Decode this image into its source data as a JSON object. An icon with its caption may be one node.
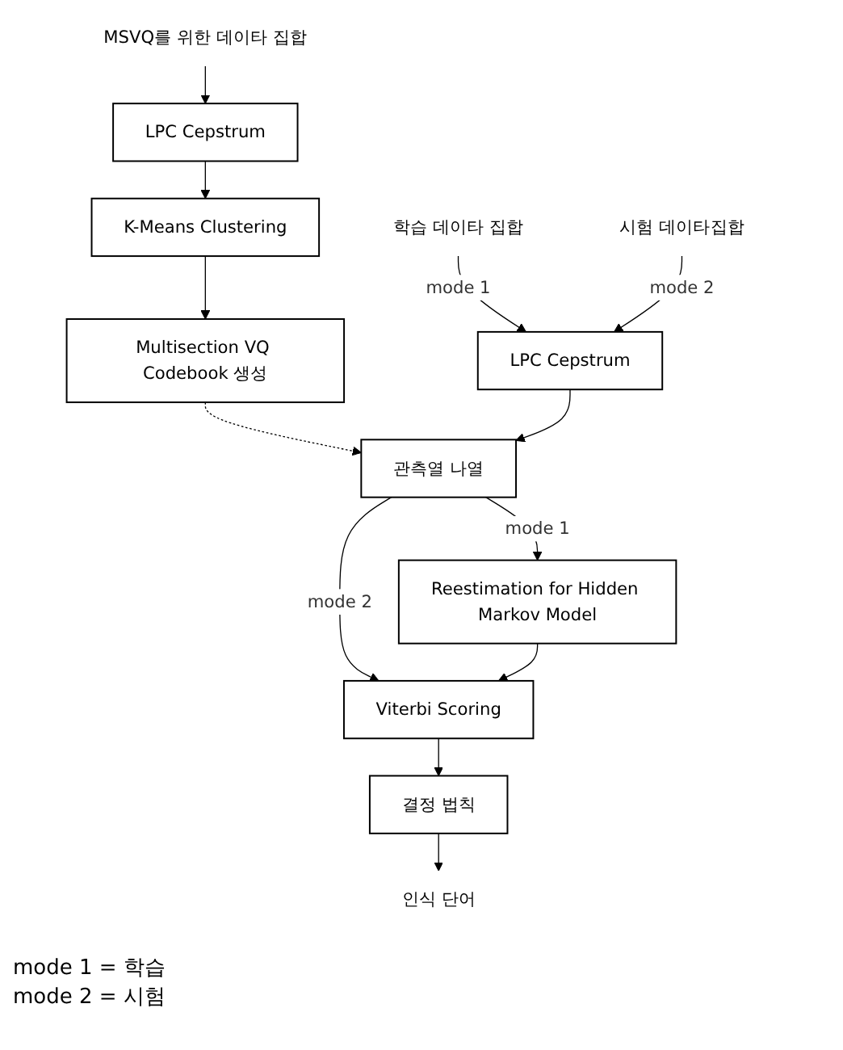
{
  "diagram": {
    "nodes": [
      {
        "text": [
          "MSVQ를 위한 데이타 집합"
        ]
      },
      {
        "text": [
          "LPC Cepstrum"
        ]
      },
      {
        "text": [
          "K-Means Clustering"
        ]
      },
      {
        "text": [
          "Multisection VQ Codebook 생성"
        ]
      },
      {
        "text": [
          "학습 데이타 집합"
        ]
      },
      {
        "text": [
          "LPC Cepstrum"
        ]
      },
      {
        "text": [
          "관측열 나열"
        ]
      },
      {
        "text": [
          "시험 데이타집합"
        ]
      },
      {
        "text": [
          "Reestimation for Hidden Markov Model"
        ]
      },
      {
        "text": [
          "Viterbi Scoring"
        ]
      },
      {
        "text": [
          "결정 법칙"
        ]
      },
      {
        "text": [
          "인식 단어"
        ]
      }
    ],
    "edges": [
      {
        "from": 0,
        "to": 1,
        "arrow": "to"
      },
      {
        "from": 1,
        "to": 2,
        "arrow": "to"
      },
      {
        "from": 2,
        "to": 3,
        "arrow": "to"
      },
      {
        "from": 3,
        "to": 6,
        "arrow": "to",
        "style": "dashed"
      },
      {
        "from": 4,
        "to": 5,
        "arrow": "to",
        "label": "mode 1"
      },
      {
        "from": 7,
        "to": 5,
        "arrow": "to",
        "label": "mode 2"
      },
      {
        "from": 5,
        "to": 6,
        "arrow": "to"
      },
      {
        "from": 6,
        "to": 8,
        "arrow": "to",
        "label": "mode 1"
      },
      {
        "from": 6,
        "to": 9,
        "arrow": "to",
        "label": "mode 2"
      },
      {
        "from": 8,
        "to": 9,
        "arrow": "to"
      },
      {
        "from": 9,
        "to": 10,
        "arrow": "to"
      },
      {
        "from": 10,
        "to": 11,
        "arrow": "to"
      }
    ],
    "labels": [
      "mode 1 = 학습",
      "mode 2 = 시험"
    ]
  }
}
